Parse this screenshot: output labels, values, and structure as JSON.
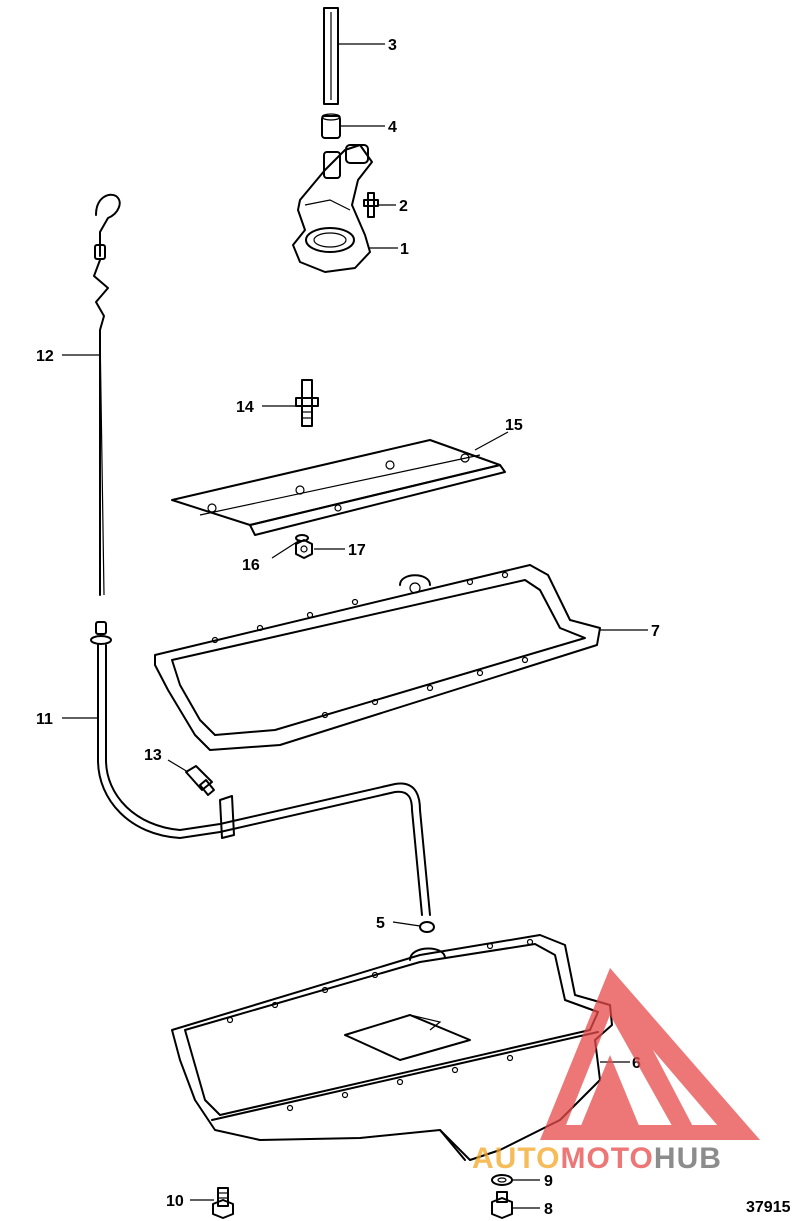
{
  "diagram_id": "37915",
  "labels": [
    "1",
    "2",
    "3",
    "4",
    "5",
    "6",
    "7",
    "8",
    "9",
    "10",
    "11",
    "12",
    "13",
    "14",
    "15",
    "16",
    "17"
  ],
  "watermark": {
    "part1": "AUTO",
    "part2": "MOTO",
    "part3": "HUB",
    "color_red": "#e84a4a",
    "color_orange": "#f5a623",
    "color_gray": "#666666"
  }
}
